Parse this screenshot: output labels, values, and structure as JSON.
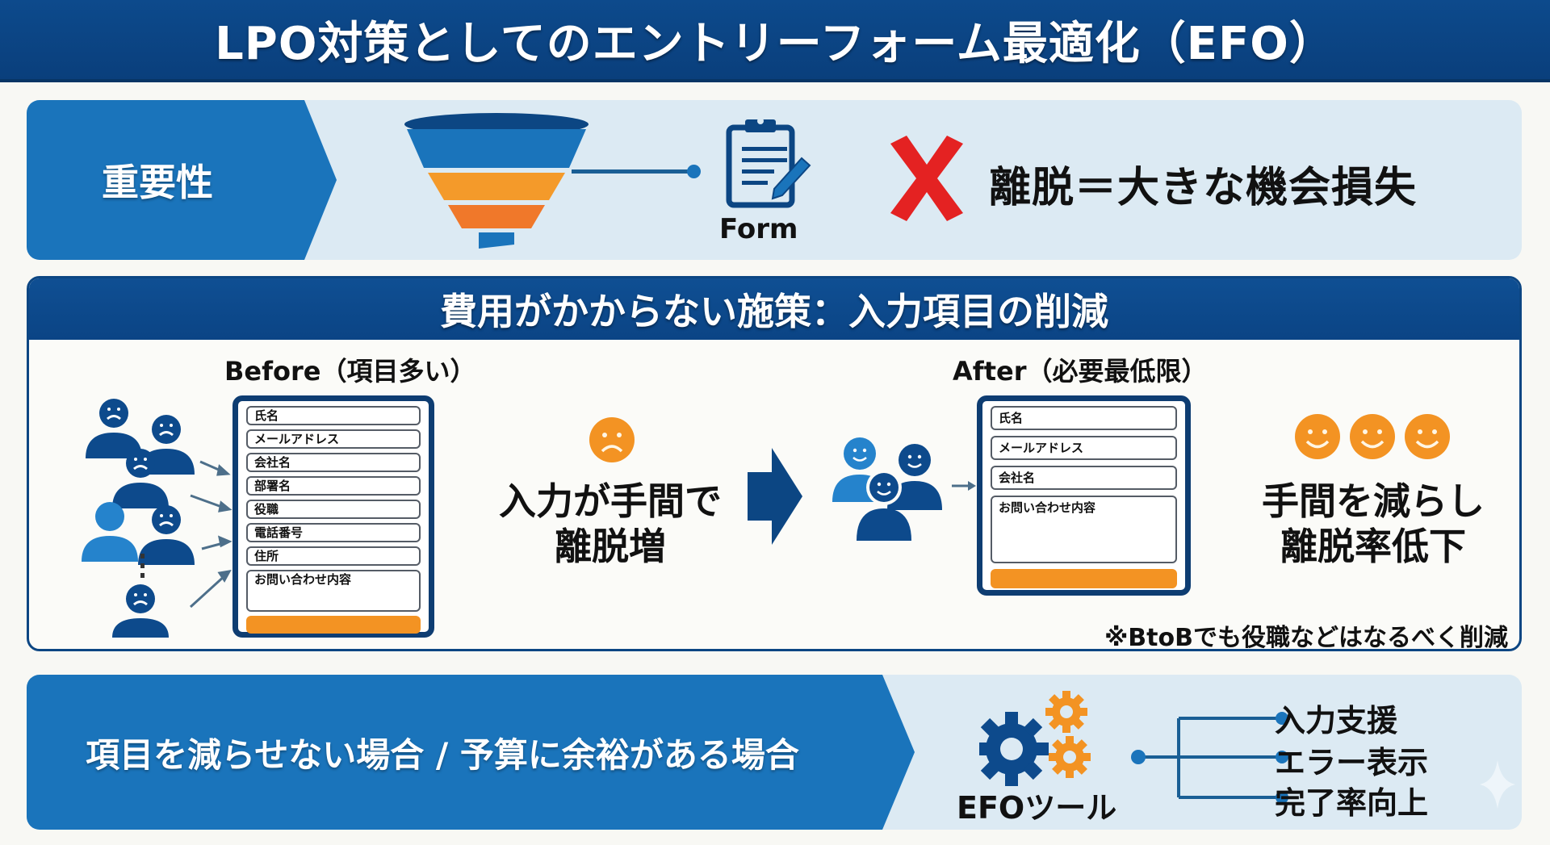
{
  "title": "LPO対策としてのエントリーフォーム最適化（EFO）",
  "importance": {
    "tab_label": "重要性",
    "form_label": "Form",
    "message": "離脱＝大きな機会損失",
    "icons": [
      "funnel-icon",
      "clipboard-pencil-icon",
      "red-x-icon"
    ]
  },
  "reduction": {
    "header": "費用がかからない施策：入力項目の削減",
    "before": {
      "heading": "Before（項目多い）",
      "fields": [
        "氏名",
        "メールアドレス",
        "会社名",
        "部署名",
        "役職",
        "電話番号",
        "住所",
        "お問い合わせ内容"
      ],
      "effect": [
        "入力が手間で",
        "離脱増"
      ],
      "mood": "sad"
    },
    "after": {
      "heading": "After（必要最低限）",
      "fields": [
        "氏名",
        "メールアドレス",
        "会社名",
        "お問い合わせ内容"
      ],
      "effect": [
        "手間を減らし",
        "離脱率低下"
      ],
      "mood": "happy"
    },
    "note": "※BtoBでも役職などはなるべく削減"
  },
  "efo": {
    "tab_label": "項目を減らせない場合 / 予算に余裕がある場合",
    "tool_label": "EFOツール",
    "features": [
      "入力支援",
      "エラー表示",
      "完了率向上"
    ]
  },
  "colors": {
    "navy": "#0c4683",
    "blue": "#1a74bb",
    "light_bg": "#dceaf3",
    "orange": "#f39323",
    "red": "#e42222"
  }
}
